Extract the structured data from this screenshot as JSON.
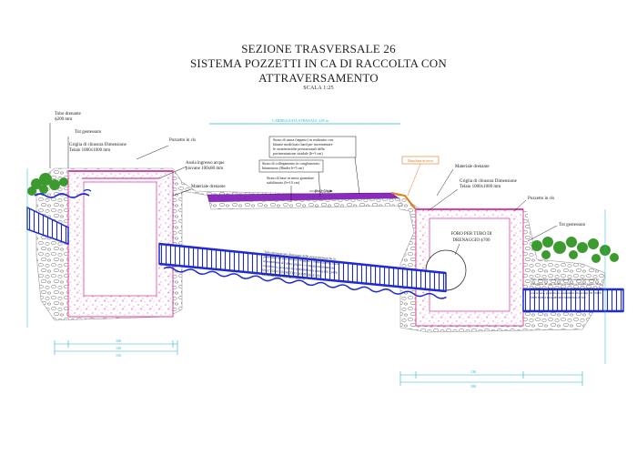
{
  "title": {
    "line1": "SEZIONE TRASVERSALE  26",
    "line2": "SISTEMA POZZETTI IN CA DI RACCOLTA CON",
    "line3": "ATTRAVERSAMENTO",
    "scale": "SCALA 1:25"
  },
  "labels": {
    "tubo_drenante": [
      "Tubo drenante",
      "ϕ200 mm"
    ],
    "tnt": "Tnt geotessuto",
    "griglia_left": [
      "Griglia di chiusura Dimensione",
      "Telaio 1000x1000 mm"
    ],
    "pozzetto_left": "Pozzetto in cls",
    "asola": [
      "Asola ingresso acque",
      "piovane 100x80 mm"
    ],
    "materiale_left": "Materiale drenante",
    "strato_usura": [
      "Strato di usura (tappeto) in realizzato con",
      "bitume modificato hard per incrementare",
      "le caratteristiche prestazionali della",
      "pavimentazione stradale (h=3 cm)"
    ],
    "strato_collegamento": [
      "Strato di collegamento in conglomerato",
      "bituminoso (Binder h=5 cm)"
    ],
    "strato_base": [
      "Strato di base in misto granulare",
      "stabilizzato (h=10 cm)"
    ],
    "pendenza": "P=2,5%",
    "top_dim": "CARREGGIATA STRADALE 4,85 m",
    "fascia_orange": "Banchina in terra",
    "materiale_right": "Materiale drenante",
    "griglia_right": [
      "Griglia di chiusura Dimensione",
      "Telaio 1000x1000 mm"
    ],
    "pozzetto_right": "Pozzetto in cls",
    "tnt_right": "Tnt geotessuto",
    "foro": [
      "FORO PER TUBO DI",
      "DRENAGGIO ϕ700"
    ],
    "pipe_text": [
      "Tubo drenante per drenaggio delle acque meteoriche in",
      "polietilene ad alta densità corrugato a doppia parete, liscia",
      "internamente di colore grigio e corrugata esternamente,",
      "colore nero, prodotto in conformità alla norma EN 13476",
      "SN 8 TUBO DIAMETRO NOMINALE 630",
      "LUNGHEZZA TOTALE 929 cm"
    ],
    "right_pipe_text": [
      "Tubo drenante per drenaggio delle acque meteoriche in",
      "polietilene ad alta densità corrugato a doppia parete, liscia",
      "internamente di colore grigio e corrugata esternamente di",
      "colore nero, prodotto in conformità alla norma EN 13476",
      "SN 8 TUBO DIAMETRO NOMINALE 500"
    ]
  },
  "dimensions": {
    "left_top": "100",
    "left_w1": "130",
    "left_w2": "150",
    "right_w1": "130",
    "right_w2": "180"
  },
  "colors": {
    "pipe_blue": "#1f2bd0",
    "pink_concrete": "#e0459e",
    "gravel": "#7a7a7a",
    "grass": "#3c9b2e",
    "cyan_dim": "#27b5c8",
    "orange": "#e07b1a"
  }
}
